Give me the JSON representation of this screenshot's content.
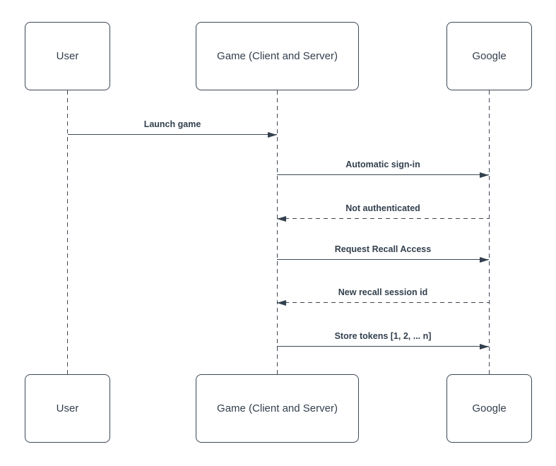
{
  "diagram": {
    "type": "sequence-diagram",
    "colors": {
      "background": "#ffffff",
      "stroke": "#3d4754",
      "text": "#33404e",
      "box_fill": "#ffffff"
    },
    "actors": [
      {
        "id": "user",
        "label": "User"
      },
      {
        "id": "game",
        "label": "Game (Client and Server)"
      },
      {
        "id": "google",
        "label": "Google"
      }
    ],
    "messages": [
      {
        "label": "Launch game",
        "from": "user",
        "to": "game",
        "line": "solid",
        "direction": "right"
      },
      {
        "label": "Automatic sign-in",
        "from": "game",
        "to": "google",
        "line": "solid",
        "direction": "right"
      },
      {
        "label": "Not authenticated",
        "from": "google",
        "to": "game",
        "line": "dashed",
        "direction": "left"
      },
      {
        "label": "Request Recall Access",
        "from": "game",
        "to": "google",
        "line": "solid",
        "direction": "right"
      },
      {
        "label": "New recall session id",
        "from": "google",
        "to": "game",
        "line": "dashed",
        "direction": "left"
      },
      {
        "label": "Store tokens [1, 2, ... n]",
        "from": "game",
        "to": "google",
        "line": "solid",
        "direction": "right"
      }
    ]
  }
}
